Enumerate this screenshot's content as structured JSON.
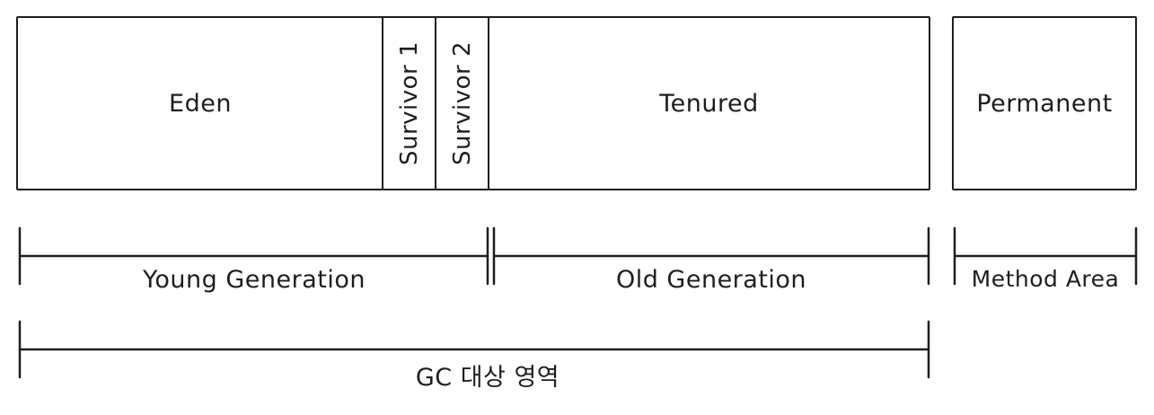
{
  "regions": {
    "eden": "Eden",
    "survivor1": "Survivor 1",
    "survivor2": "Survivor 2",
    "tenured": "Tenured",
    "permanent": "Permanent"
  },
  "spans": {
    "young": "Young Generation",
    "old": "Old Generation",
    "method": "Method Area",
    "gc": "GC 대상 영역"
  }
}
